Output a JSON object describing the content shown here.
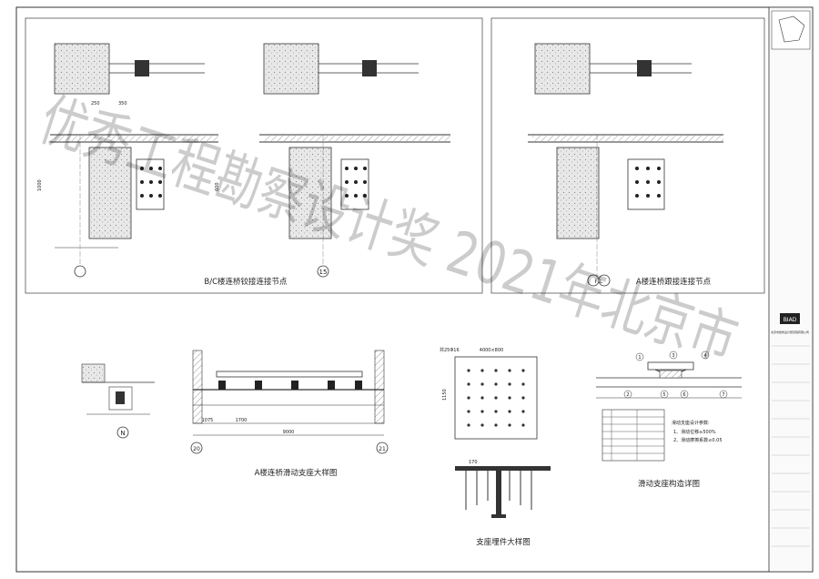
{
  "titles": {
    "bc_node": "B/C楼连桥铰接连接节点",
    "a_node": "A楼连桥跟接连接节点",
    "a_bearing": "A楼连桥滑动支座大样图",
    "embed": "支座埋件大样图",
    "sliding": "滑动支座构造详图"
  },
  "axes": {
    "n": "N",
    "ax15": "15",
    "fl": "F L",
    "ax20": "20",
    "ax21": "21"
  },
  "dims": {
    "d250": "250",
    "d350": "350",
    "d1000": "1000",
    "d600": "600",
    "d9000": "9000",
    "d1075": "1075",
    "d1700": "1700",
    "d1150": "1150",
    "d170": "170",
    "d4000": "4000×800"
  },
  "notes": {
    "bolt": "共25Φ16",
    "req_title": "滑动支座设计参数:",
    "req1": "1、滑动位移≥500%",
    "req2": "2、滑动摩擦系数≤0.05"
  },
  "bearing_nums": [
    "1",
    "2",
    "3",
    "4",
    "5",
    "6",
    "7"
  ],
  "title_block": {
    "logo": "BIAD",
    "company": "北京市建筑设计研究院有限公司"
  },
  "watermark": "优秀工程勘察设计奖 2021年北京市"
}
